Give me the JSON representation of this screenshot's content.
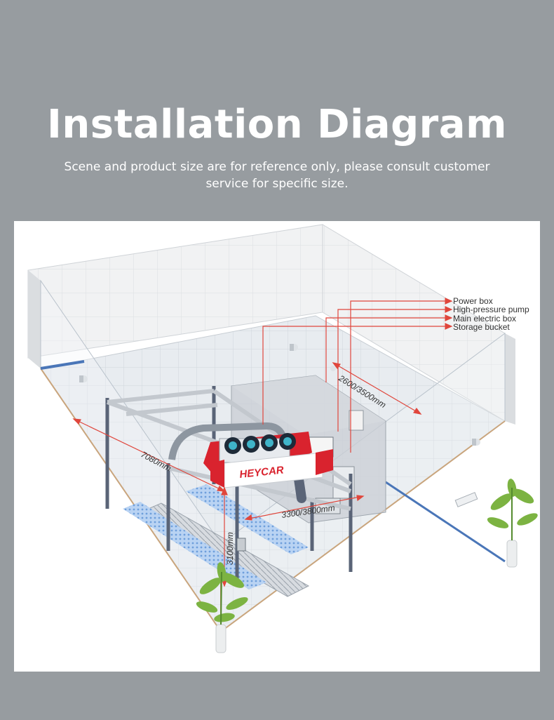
{
  "header": {
    "title": "Installation Diagram",
    "subtitle": "Scene and product size are for reference only, please consult customer service for specific size."
  },
  "legend": {
    "items": [
      {
        "label": "Power box"
      },
      {
        "label": "High-pressure pump"
      },
      {
        "label": "Main electric box"
      },
      {
        "label": "Storage bucket"
      }
    ]
  },
  "dimensions": {
    "length": "7080mm",
    "depth": "2600/3500mm",
    "width": "3300/3800mm",
    "height": "3100mm"
  },
  "machine": {
    "brand": "HEYCAR"
  },
  "colors": {
    "background": "#979ca0",
    "dimension_line": "#e0463c",
    "brand_red": "#d9232e",
    "frame": "#5a6477",
    "floor_tile": "#e4e9ee",
    "wall": "#eef0f2"
  }
}
